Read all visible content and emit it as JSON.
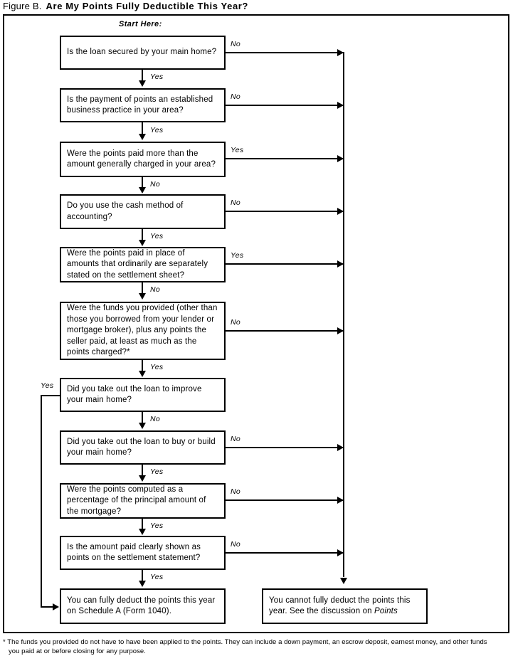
{
  "figure": {
    "label": "Figure B.",
    "title": "Are My Points Fully Deductible This Year?",
    "start_label": "Start Here:"
  },
  "labels": {
    "yes": "Yes",
    "no": "No"
  },
  "nodes": [
    {
      "id": "q1",
      "text": "Is the loan secured by your main home?",
      "exit_right_label": "No",
      "exit_down_label": "Yes"
    },
    {
      "id": "q2",
      "text": "Is the payment of points an established business practice in your area?",
      "exit_right_label": "No",
      "exit_down_label": "Yes"
    },
    {
      "id": "q3",
      "text": "Were the points paid more than the amount generally charged in your area?",
      "exit_right_label": "Yes",
      "exit_down_label": "No"
    },
    {
      "id": "q4",
      "text": "Do you use the cash method of accounting?",
      "exit_right_label": "No",
      "exit_down_label": "Yes"
    },
    {
      "id": "q5",
      "text": "Were the points paid in place of amounts that ordinarily are separately stated on the settlement sheet?",
      "exit_right_label": "Yes",
      "exit_down_label": "No"
    },
    {
      "id": "q6",
      "text": "Were the funds you provided (other than those you borrowed from your lender or mortgage broker), plus any points the seller paid, at least as much as the points charged?*",
      "exit_right_label": "No",
      "exit_down_label": "Yes"
    },
    {
      "id": "q7",
      "text": "Did you take out the loan to improve your main home?",
      "exit_left_label": "Yes",
      "exit_down_label": "No"
    },
    {
      "id": "q8",
      "text": "Did you take out the loan to buy or build your main home?",
      "exit_right_label": "No",
      "exit_down_label": "Yes"
    },
    {
      "id": "q9",
      "text": "Were the points computed as a percentage of the principal amount of the mortgage?",
      "exit_right_label": "No",
      "exit_down_label": "Yes"
    },
    {
      "id": "q10",
      "text": "Is the amount paid clearly shown as points on the settlement statement?",
      "exit_right_label": "No",
      "exit_down_label": "Yes"
    }
  ],
  "results": {
    "deductible": "You can fully deduct the points this year on Schedule A (Form 1040).",
    "not_deductible_part1": "You cannot fully deduct the points this year. See the discussion on ",
    "not_deductible_italic": "Points"
  },
  "footnote": {
    "mark": "*",
    "line1": "The funds you provided do not have to have been applied to the points. They can include a down payment, an escrow deposit, earnest money, and other funds",
    "line2": "you paid at or before closing for any purpose."
  },
  "colors": {
    "ink": "#000000",
    "paper": "#ffffff"
  }
}
